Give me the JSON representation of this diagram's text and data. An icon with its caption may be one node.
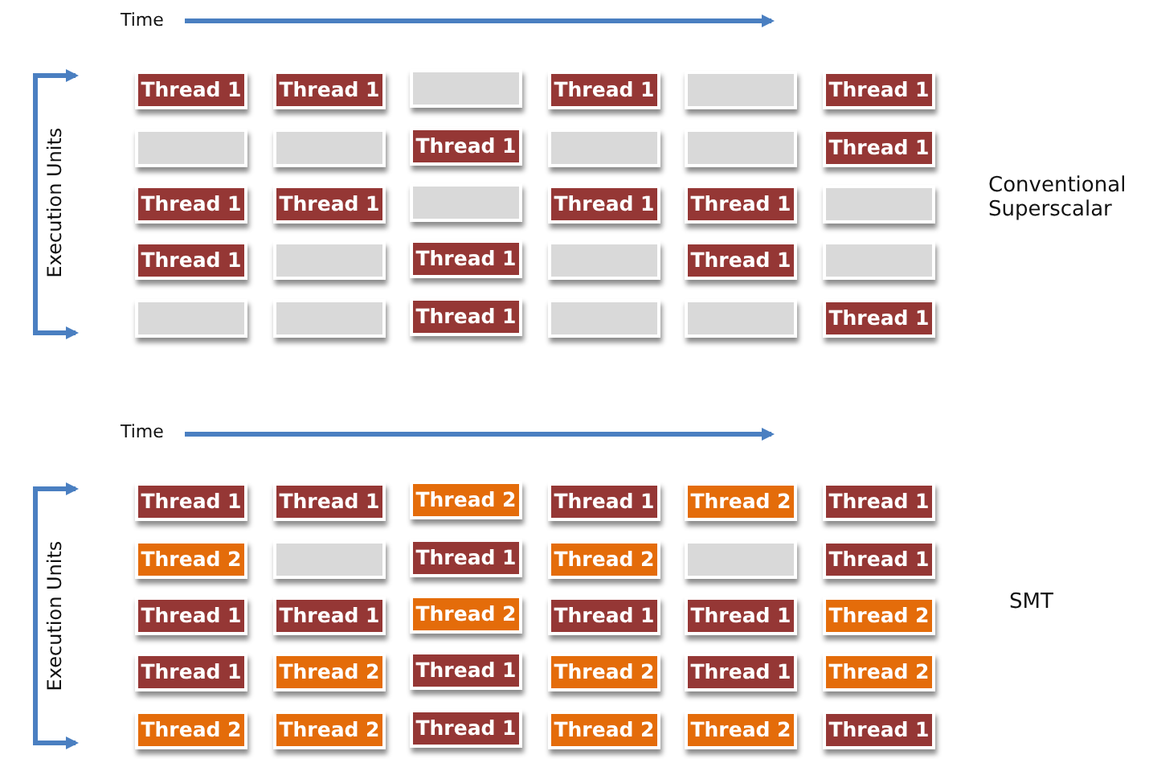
{
  "diagram": {
    "nodes": [
      {
        "text": [
          "Thread 1"
        ]
      },
      {
        "text": [
          "Thread 1"
        ]
      },
      {
        "text": [],
        "shape": "box"
      },
      {
        "text": [
          "Thread 1"
        ]
      },
      {
        "text": [],
        "shape": "box"
      },
      {
        "text": [
          "Thread 1"
        ]
      },
      {
        "text": [],
        "shape": "box"
      },
      {
        "text": [],
        "shape": "box"
      },
      {
        "text": [
          "Thread 1"
        ]
      },
      {
        "text": [],
        "shape": "box"
      },
      {
        "text": [],
        "shape": "box"
      },
      {
        "text": [
          "Thread 1"
        ]
      },
      {
        "text": [
          "Thread 1"
        ]
      },
      {
        "text": [
          "Thread 1"
        ]
      },
      {
        "text": [],
        "shape": "box"
      },
      {
        "text": [
          "Thread 1"
        ]
      },
      {
        "text": [
          "Thread 1"
        ]
      },
      {
        "text": [],
        "shape": "box"
      },
      {
        "text": [
          "Thread 1"
        ]
      },
      {
        "text": [],
        "shape": "box"
      },
      {
        "text": [
          "Thread 1"
        ]
      },
      {
        "text": [],
        "shape": "box"
      },
      {
        "text": [
          "Thread 1"
        ]
      },
      {
        "text": [],
        "shape": "box"
      },
      {
        "text": [],
        "shape": "box"
      },
      {
        "text": [],
        "shape": "box"
      },
      {
        "text": [
          "Thread 1"
        ]
      },
      {
        "text": [],
        "shape": "box"
      },
      {
        "text": [],
        "shape": "box"
      },
      {
        "text": [
          "Thread 1"
        ]
      },
      {
        "text": [
          "Thread 1"
        ]
      },
      {
        "text": [
          "Thread 1"
        ]
      },
      {
        "text": [
          "Thread 2"
        ]
      },
      {
        "text": [
          "Thread 1"
        ]
      },
      {
        "text": [
          "Thread 2"
        ]
      },
      {
        "text": [
          "Thread 1"
        ]
      },
      {
        "text": [
          "Thread 2"
        ]
      },
      {
        "text": [],
        "shape": "box"
      },
      {
        "text": [
          "Thread 1"
        ]
      },
      {
        "text": [
          "Thread 2"
        ]
      },
      {
        "text": [],
        "shape": "box"
      },
      {
        "text": [
          "Thread 1"
        ]
      },
      {
        "text": [
          "Thread 1"
        ]
      },
      {
        "text": [
          "Thread 1"
        ]
      },
      {
        "text": [
          "Thread 2"
        ]
      },
      {
        "text": [
          "Thread 1"
        ]
      },
      {
        "text": [
          "Thread 1"
        ]
      },
      {
        "text": [
          "Thread 2"
        ]
      },
      {
        "text": [
          "Thread 1"
        ]
      },
      {
        "text": [
          "Thread 2"
        ]
      },
      {
        "text": [
          "Thread 1"
        ]
      },
      {
        "text": [
          "Thread 2"
        ]
      },
      {
        "text": [
          "Thread 1"
        ]
      },
      {
        "text": [
          "Thread 2"
        ]
      },
      {
        "text": [
          "Thread 2"
        ]
      },
      {
        "text": [
          "Thread 2"
        ]
      },
      {
        "text": [
          "Thread 1"
        ]
      },
      {
        "text": [
          "Thread 2"
        ]
      },
      {
        "text": [
          "Thread 2"
        ]
      },
      {
        "text": [
          "Thread 1"
        ]
      }
    ],
    "labels": [
      "Time",
      "Execution Units",
      "Conventional Superscalar",
      "Time",
      "Execution Units",
      "SMT"
    ]
  }
}
